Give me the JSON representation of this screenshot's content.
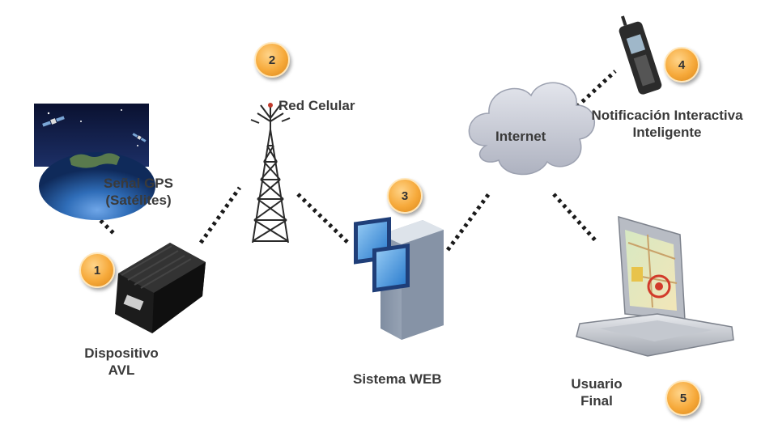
{
  "nodes": {
    "gps": {
      "label_line1": "Señal GPS",
      "label_line2": "(Satélites)"
    },
    "avl": {
      "badge": "1",
      "label_line1": "Dispositivo",
      "label_line2": "AVL"
    },
    "cell": {
      "badge": "2",
      "label": "Red Celular"
    },
    "web": {
      "badge": "3",
      "label": "Sistema WEB"
    },
    "internet": {
      "label": "Internet"
    },
    "notify": {
      "badge": "4",
      "label_line1": "Notificación Interactiva",
      "label_line2": "Inteligente"
    },
    "user": {
      "badge": "5",
      "label_line1": "Usuario",
      "label_line2": "Final"
    }
  },
  "colors": {
    "badge": "#f6a93a",
    "connector": "#1a1a1a",
    "text": "#3a3a3a",
    "cloud": "#c9ccd6",
    "server": "#9aa7b8"
  },
  "icons": [
    "satellite-earth-image",
    "gps-tracker-device",
    "cell-tower-icon",
    "server-icon",
    "cloud-icon",
    "mobile-phone-icon",
    "laptop-icon"
  ]
}
